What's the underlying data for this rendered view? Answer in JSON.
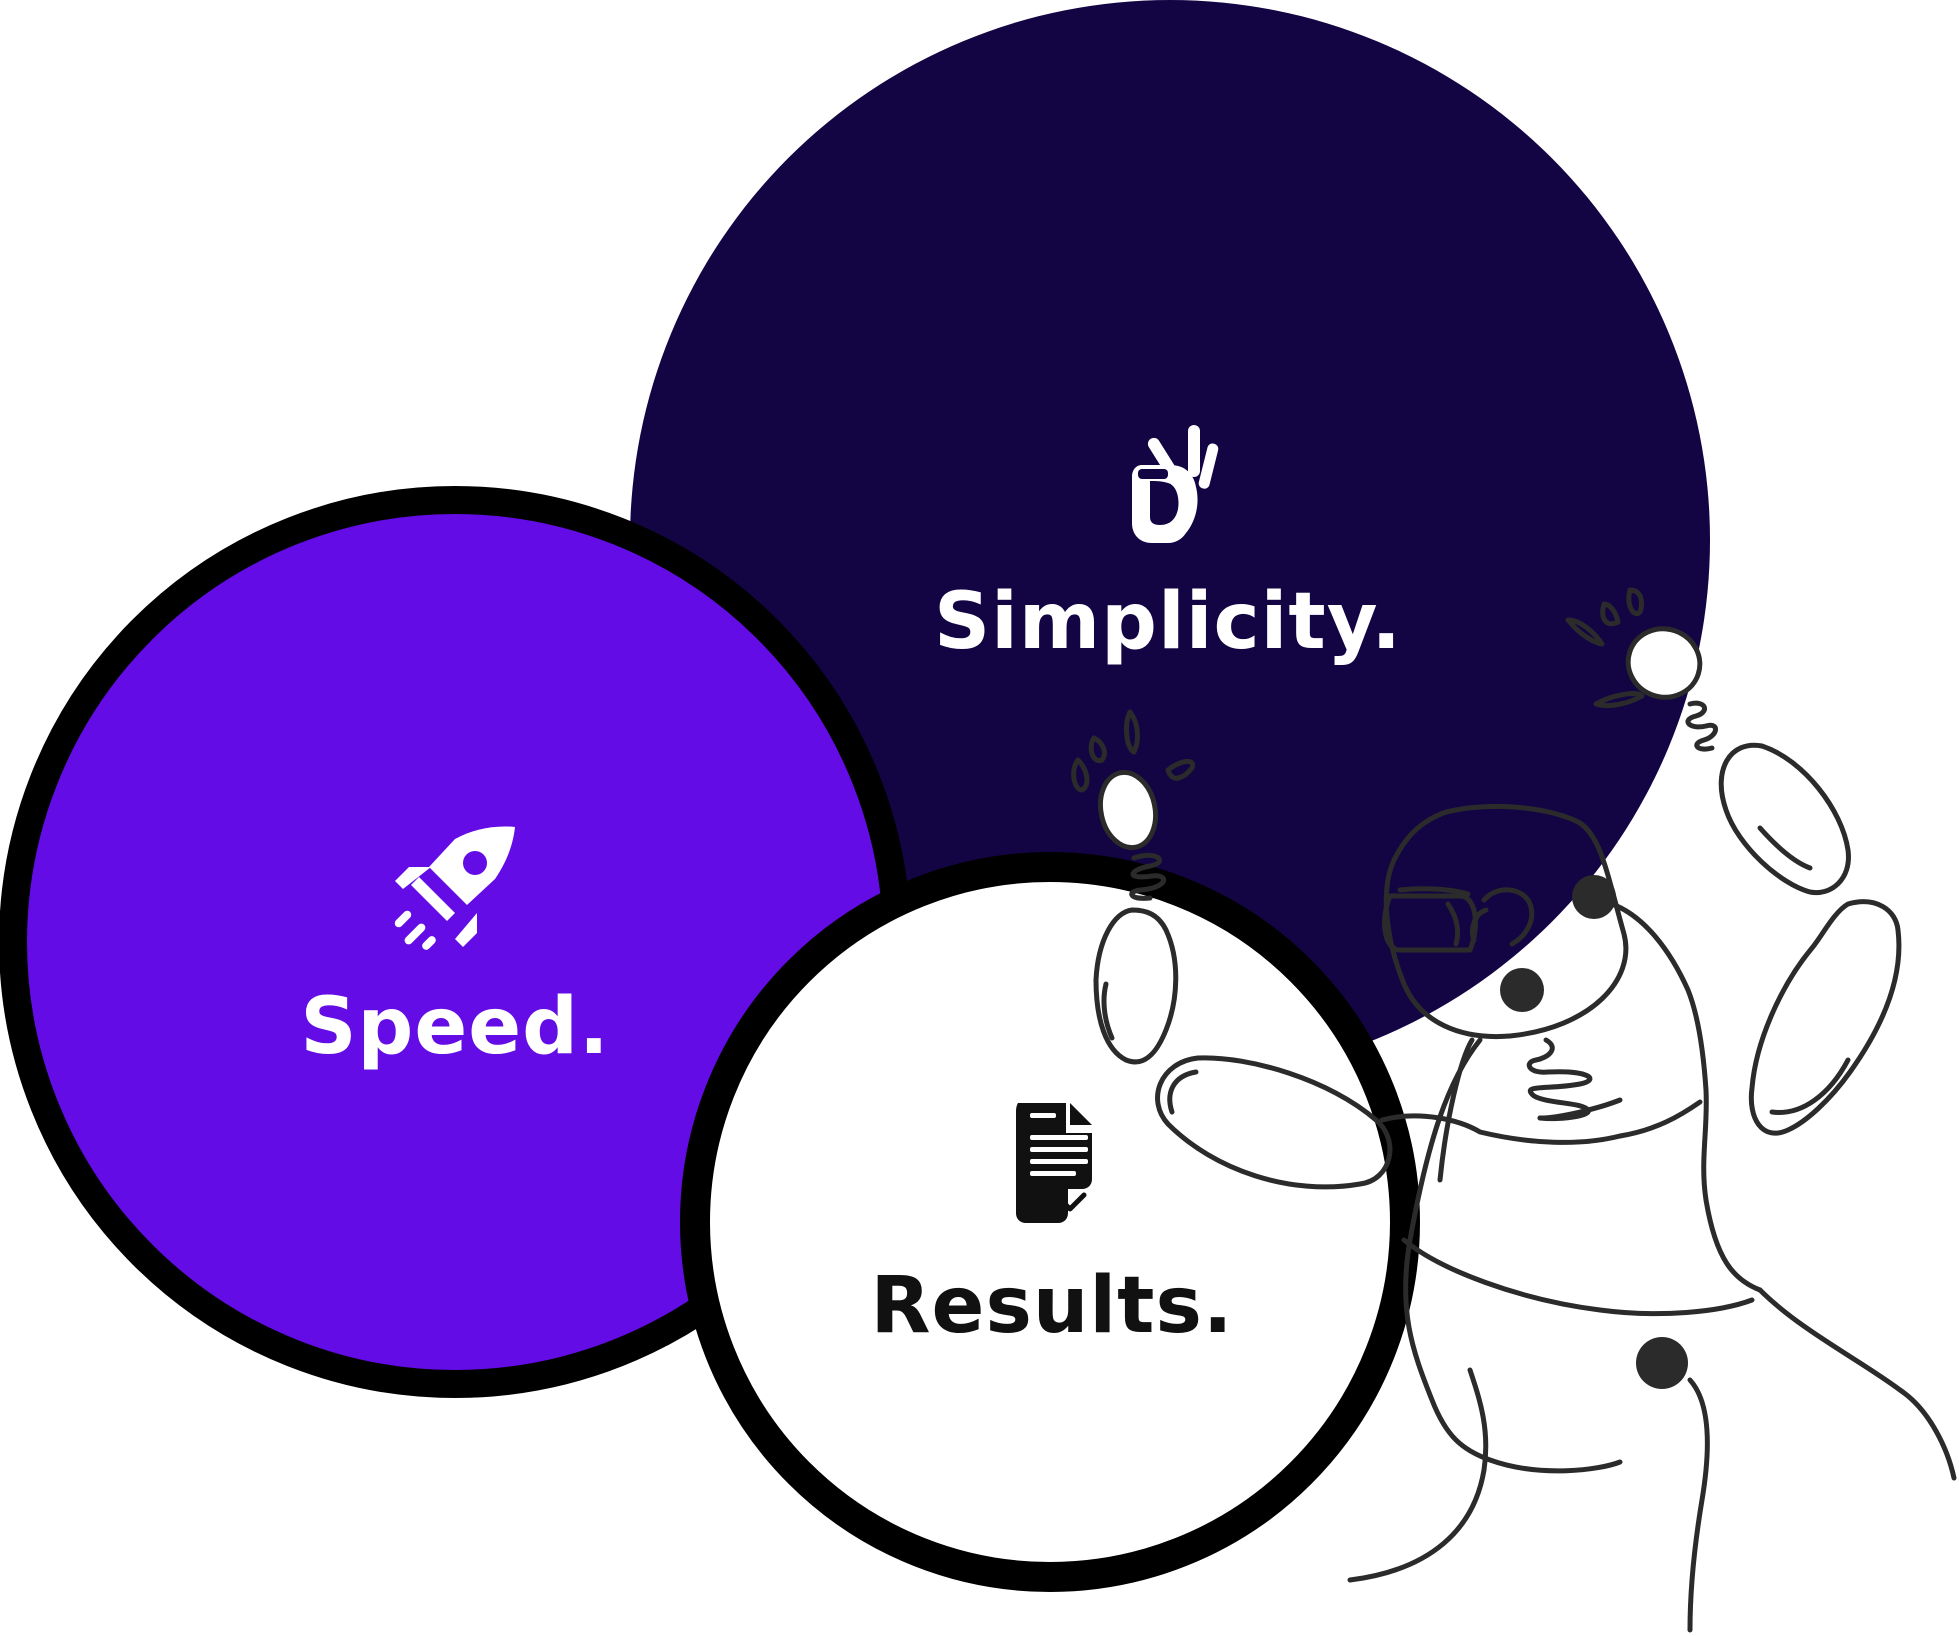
{
  "circles": {
    "simplicity": {
      "label": "Simplicity.",
      "icon": "ok-hand-icon",
      "fill_color": "#130543",
      "text_color": "#ffffff"
    },
    "speed": {
      "label": "Speed.",
      "icon": "rocket-icon",
      "fill_color": "#630ce6",
      "text_color": "#ffffff"
    },
    "results": {
      "label": "Results.",
      "icon": "document-check-icon",
      "fill_color": "#ffffff",
      "text_color": "#111111"
    }
  },
  "colors": {
    "outline": "#000000",
    "doodle_stroke": "#2b2b2b"
  },
  "illustration": {
    "icon": "abstract-figure-doodle-icon"
  }
}
